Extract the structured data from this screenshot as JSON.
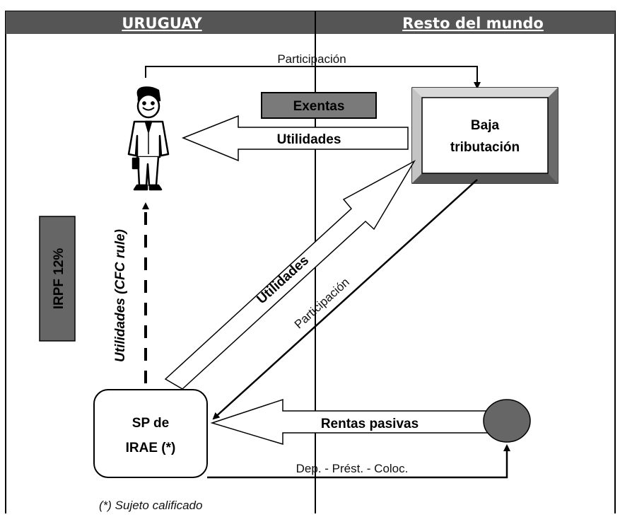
{
  "header": {
    "left": "URUGUAY",
    "right": "Resto del mundo"
  },
  "labels": {
    "participacion_top": "Participación",
    "exentas": "Exentas",
    "utilidades_top": "Utilidades",
    "baja_line1": "Baja",
    "baja_line2": "tributación",
    "irpf": "IRPF 12%",
    "cfc": "Utilidades (CFC rule)",
    "utilidades_diag": "Utilidades",
    "participacion_diag": "Participación",
    "sp_line1": "SP de",
    "sp_line2": "IRAE (*)",
    "rentas": "Rentas pasivas",
    "dep": "Dep. - Prést. - Coloc.",
    "footnote": "(*) Sujeto calificado"
  },
  "icons": {
    "person": "businessman-icon",
    "circle": "foreign-entity-circle"
  },
  "colors": {
    "header_bg": "#555555",
    "box_gray": "#777777",
    "circle_gray": "#666666",
    "line": "#000000"
  }
}
